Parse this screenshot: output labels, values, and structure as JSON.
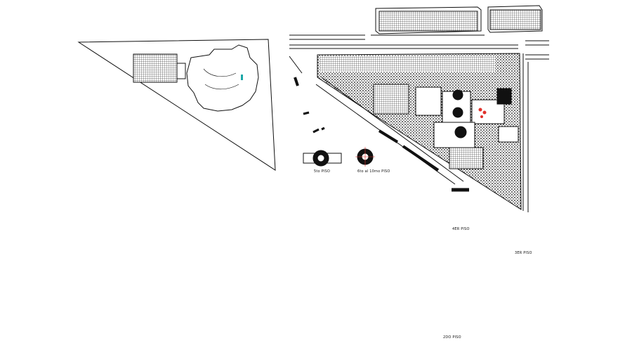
{
  "drawing": {
    "background": "#ffffff",
    "line_color": "#111111",
    "labels": {
      "fifth_floor": "5to PISO",
      "sixth_to_tenth_floor": "6to al 10mo PISO",
      "fourth_floor": "4ER PISO",
      "third_floor": "3ER PISO",
      "second_floor": "2DO PISO"
    },
    "accent_colors": [
      "#e0302a",
      "#1aa7a7",
      "#e6df3a"
    ]
  }
}
